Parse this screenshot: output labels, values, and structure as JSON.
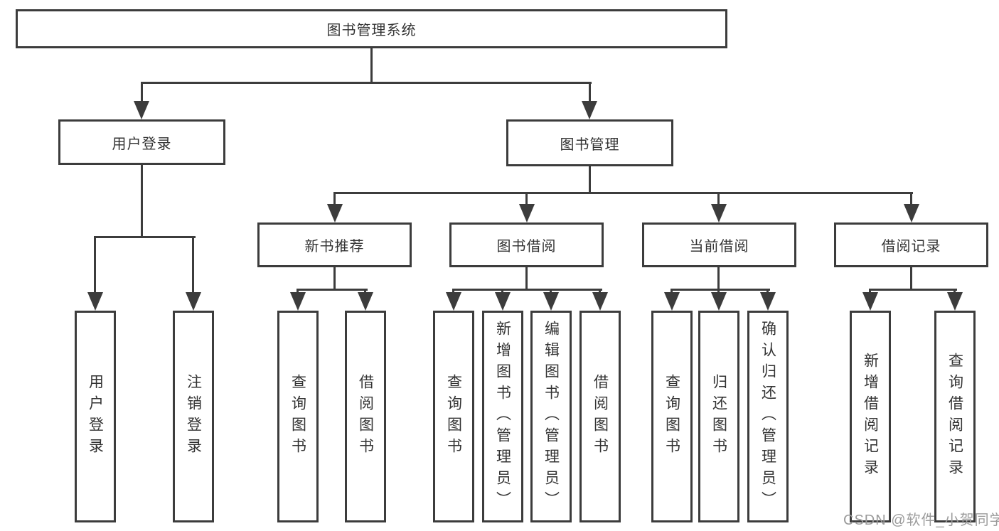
{
  "tree": {
    "root": {
      "label": "图书管理系统"
    },
    "branches": [
      {
        "label": "用户登录",
        "children": [
          {
            "label": "用户登录"
          },
          {
            "label": "注销登录"
          }
        ]
      },
      {
        "label": "图书管理",
        "children": [
          {
            "label": "新书推荐",
            "children": [
              {
                "label": "查询图书"
              },
              {
                "label": "借阅图书"
              }
            ]
          },
          {
            "label": "图书借阅",
            "children": [
              {
                "label": "查询图书"
              },
              {
                "label": "新增图书（管理员）"
              },
              {
                "label": "编辑图书（管理员）"
              },
              {
                "label": "借阅图书"
              }
            ]
          },
          {
            "label": "当前借阅",
            "children": [
              {
                "label": "查询图书"
              },
              {
                "label": "归还图书"
              },
              {
                "label": "确认归还（管理员）"
              }
            ]
          },
          {
            "label": "借阅记录",
            "children": [
              {
                "label": "新增借阅记录"
              },
              {
                "label": "查询借阅记录"
              }
            ]
          }
        ]
      }
    ]
  },
  "watermark": {
    "text": "CSDN @软件_小贺同学"
  },
  "colors": {
    "line": "#3c3c3c",
    "text": "#333333",
    "box_background": "#ffffff",
    "watermark": "#9b9b9b",
    "background": "#ffffff"
  }
}
